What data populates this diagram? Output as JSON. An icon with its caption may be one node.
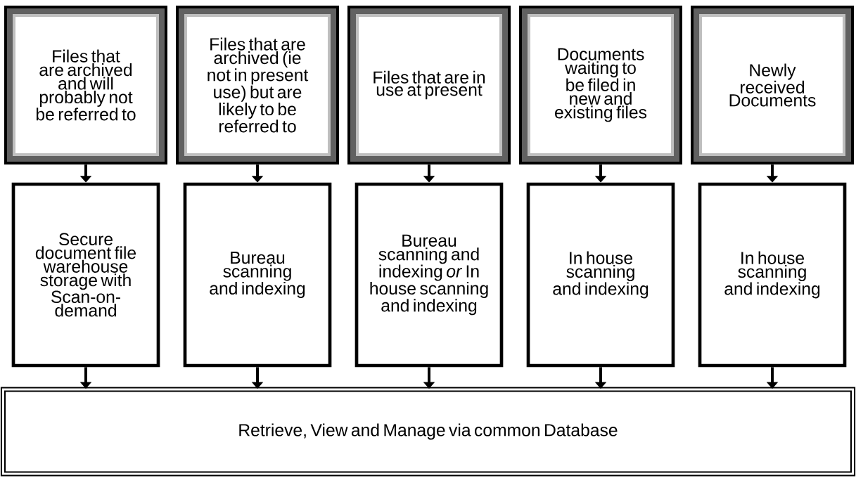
{
  "diagram": {
    "nodes": [
      {
        "text": [
          "Files that are archived and will probably not be referred to"
        ]
      },
      {
        "text": [
          "Files that are archived (ie not in present use) but are likely to be referred to"
        ]
      },
      {
        "text": [
          "Files that are in use at present"
        ]
      },
      {
        "text": [
          "Documents waiting to be filed in new and existing files"
        ]
      },
      {
        "text": [
          "Newly received Documents"
        ]
      },
      {
        "text": [
          "Secure document file warehouse storage with Scan-on-demand"
        ]
      },
      {
        "text": [
          "Bureau scanning and indexing"
        ]
      },
      {
        "text": [
          "Bureau scanning and indexing *or* In house scanning and indexing"
        ]
      },
      {
        "text": [
          "In house scanning and indexing"
        ]
      },
      {
        "text": [
          "In house scanning and indexing"
        ]
      },
      {
        "text": [
          "Retrieve, View and Manage via common Database"
        ]
      }
    ],
    "edges": [
      {
        "from": 0,
        "to": 5,
        "arrow": "to"
      },
      {
        "from": 1,
        "to": 6,
        "arrow": "to"
      },
      {
        "from": 2,
        "to": 7,
        "arrow": "to"
      },
      {
        "from": 3,
        "to": 8,
        "arrow": "to"
      },
      {
        "from": 4,
        "to": 9,
        "arrow": "to"
      },
      {
        "from": 5,
        "to": 10,
        "arrow": "to"
      },
      {
        "from": 6,
        "to": 10,
        "arrow": "to"
      },
      {
        "from": 7,
        "to": 10,
        "arrow": "to"
      },
      {
        "from": 8,
        "to": 10,
        "arrow": "to"
      },
      {
        "from": 9,
        "to": 10,
        "arrow": "to"
      }
    ]
  }
}
